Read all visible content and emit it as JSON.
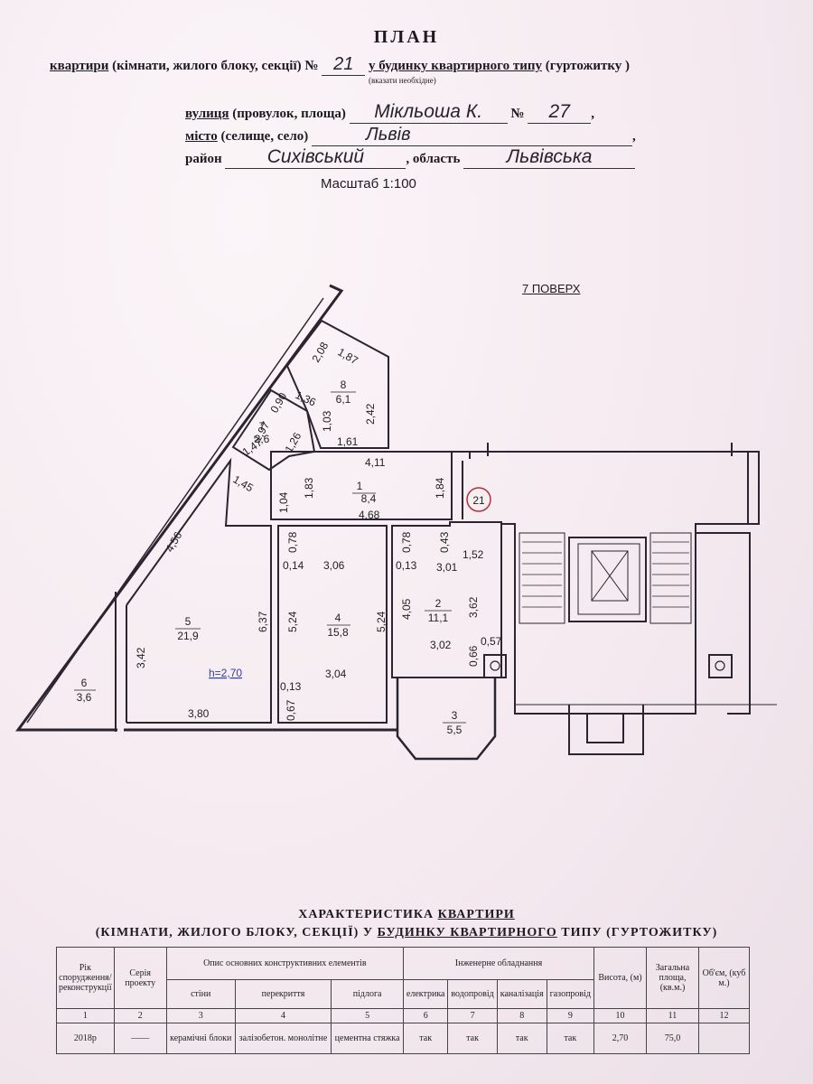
{
  "header": {
    "title": "ПЛАН",
    "line1_prefix": "квартири",
    "line1_mid": "(кімнати, жилого блоку, секції)",
    "number_label": "№",
    "apartment_number": "21",
    "note": "(вказати необхідне)",
    "line1_suffix_a": "у будинку квартирного типу",
    "line1_suffix_b": "(гуртожитку )"
  },
  "address": {
    "street_label": "вулиця",
    "street_hint": "(провулок, площа)",
    "street": "Мікльоша К.",
    "house_no_label": "№",
    "house_no": "27",
    "city_label": "місто",
    "city_hint": "(селище, село)",
    "city": "Львів",
    "district_label": "район",
    "district": "Сихівський",
    "region_label": "область",
    "region": "Львівська",
    "scale": "Масштаб 1:100"
  },
  "plan": {
    "floor": "7 ПОВЕРХ",
    "apartment_marker": "21",
    "ceiling_height": "h=2,70",
    "rooms": [
      {
        "num": "1",
        "area": "8,4"
      },
      {
        "num": "2",
        "area": "11,1"
      },
      {
        "num": "3",
        "area": "5,5"
      },
      {
        "num": "4",
        "area": "15,8"
      },
      {
        "num": "5",
        "area": "21,9"
      },
      {
        "num": "6",
        "area": "3,6"
      },
      {
        "num": "7",
        "area": "2,6"
      },
      {
        "num": "8",
        "area": "6,1"
      }
    ],
    "dimensions": [
      "2,08",
      "1,87",
      "2,42",
      "1,03",
      "1,61",
      "1,36",
      "0,90",
      "1,97",
      "1,26",
      "1,47",
      "1,45",
      "4,11",
      "1,83",
      "1,04",
      "1,84",
      "4,68",
      "4,56",
      "0,78",
      "0,14",
      "3,06",
      "5,24",
      "5,24",
      "0,13",
      "3,04",
      "0,67",
      "0,78",
      "0,43",
      "1,52",
      "0,13",
      "3,01",
      "4,05",
      "3,62",
      "3,02",
      "0,66",
      "0,57",
      "6,37",
      "3,42",
      "3,80"
    ]
  },
  "characteristics": {
    "title_line1_a": "ХАРАКТЕРИСТИКА",
    "title_line1_b": "КВАРТИРИ",
    "title_line2_a": "(КІМНАТИ, ЖИЛОГО БЛОКУ, СЕКЦІЇ) У",
    "title_line2_b": "БУДИНКУ КВАРТИРНОГО",
    "title_line2_c": "ТИПУ (ГУРТОЖИТКУ)",
    "headers": {
      "year": "Рік спорудження/ реконструкції",
      "series": "Серія проекту",
      "elements": "Опис основних конструктивних елементів",
      "walls": "стіни",
      "floors_slab": "перекриття",
      "floor": "підлога",
      "engineering": "Інженерне обладнання",
      "electric": "електрика",
      "water": "водопровід",
      "sewer": "каналізація",
      "gas": "газопровід",
      "height": "Висота, (м)",
      "total_area": "Загальна площа, (кв.м.)",
      "volume": "Об'єм, (куб м.)"
    },
    "col_numbers": [
      "1",
      "2",
      "3",
      "4",
      "5",
      "6",
      "7",
      "8",
      "9",
      "10",
      "11",
      "12"
    ],
    "row": {
      "year": "2018р",
      "series": "——",
      "walls": "керамічні блоки",
      "slab": "залізобетон. монолітне",
      "floor": "цементна стяжка",
      "electric": "так",
      "water": "так",
      "sewer": "так",
      "gas": "так",
      "height": "2,70",
      "total_area": "75,0",
      "volume": ""
    }
  }
}
